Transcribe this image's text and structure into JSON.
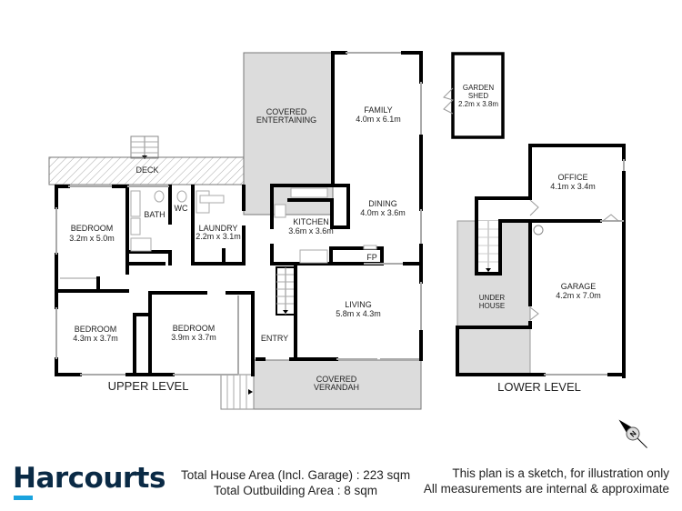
{
  "floorplan": {
    "upper_level": {
      "label": "UPPER LEVEL",
      "rooms": [
        {
          "name": "DECK",
          "dims": ""
        },
        {
          "name": "BEDROOM",
          "dims": "3.2m x 5.0m"
        },
        {
          "name": "BATH",
          "dims": ""
        },
        {
          "name": "WC",
          "dims": ""
        },
        {
          "name": "LAUNDRY",
          "dims": "2.2m x 3.1m"
        },
        {
          "name": "COVERED",
          "name2": "ENTERTAINING",
          "dims": ""
        },
        {
          "name": "FAMILY",
          "dims": "4.0m x 6.1m"
        },
        {
          "name": "KITCHEN",
          "dims": "3.6m x 3.6m"
        },
        {
          "name": "DINING",
          "dims": "4.0m x 3.6m"
        },
        {
          "name": "FP",
          "dims": ""
        },
        {
          "name": "BEDROOM",
          "dims": "4.3m x 3.7m"
        },
        {
          "name": "BEDROOM",
          "dims": "3.9m x 3.7m"
        },
        {
          "name": "ENTRY",
          "dims": ""
        },
        {
          "name": "LIVING",
          "dims": "5.8m x 4.3m"
        },
        {
          "name": "COVERED",
          "name2": "VERANDAH",
          "dims": ""
        }
      ]
    },
    "outbuilding": {
      "name": "GARDEN",
      "name2": "SHED",
      "dims": "2.2m x 3.8m"
    },
    "lower_level": {
      "label": "LOWER LEVEL",
      "rooms": [
        {
          "name": "OFFICE",
          "dims": "4.1m x 3.4m"
        },
        {
          "name": "UNDER",
          "name2": "HOUSE",
          "dims": ""
        },
        {
          "name": "GARAGE",
          "dims": "4.2m x 7.0m"
        }
      ]
    },
    "compass": {
      "icon": "compass-north-icon",
      "letter": "N"
    }
  },
  "footer": {
    "brand": "Harcourts",
    "brand_color": "#0a2a45",
    "brand_accent": "#1aa3de",
    "total_house_area": "Total House Area (Incl. Garage) : 223 sqm",
    "total_outbuilding_area": "Total Outbuilding Area : 8 sqm",
    "disclaimer_line1": "This plan is a sketch, for illustration only",
    "disclaimer_line2": "All measurements are internal & approximate"
  }
}
